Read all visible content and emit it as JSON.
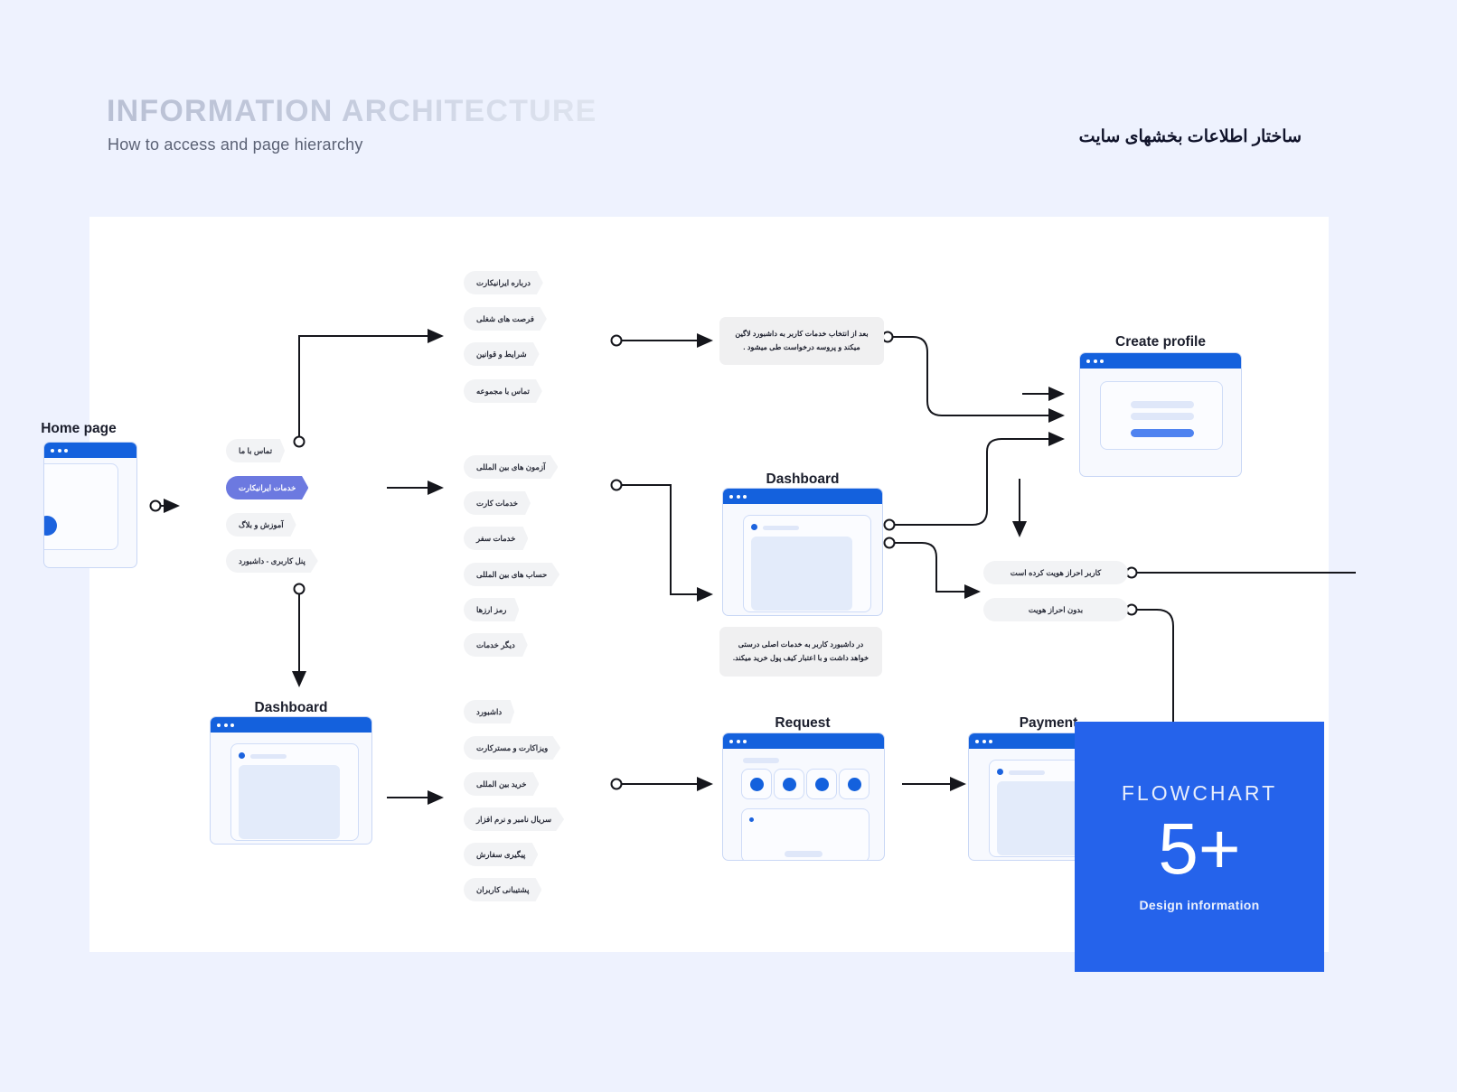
{
  "header": {
    "title": "INFORMATION ARCHITECTURE",
    "subtitle": "How to access and page hierarchy",
    "title_fa": "ساختار اطلاعات بخشهای سایت"
  },
  "badge": {
    "kicker": "FLOWCHART",
    "number": "5+",
    "subtitle": "Design information",
    "color": "#2563eb"
  },
  "colors": {
    "page_bg": "#eef2fe",
    "canvas_bg": "#ffffff",
    "pill_bg": "#f2f3f5",
    "pill_active_bg": "#6c79e0",
    "window_bar": "#1461dd",
    "accent_blue": "#2563eb"
  },
  "windows": {
    "home": {
      "title": "Home page"
    },
    "dashboard_left": {
      "title": "Dashboard"
    },
    "dashboard_center": {
      "title": "Dashboard"
    },
    "create_profile": {
      "title": "Create profile"
    },
    "request": {
      "title": "Request"
    },
    "payment": {
      "title": "Payment"
    }
  },
  "menu_main": {
    "items": [
      {
        "label": "تماس با ما",
        "active": false
      },
      {
        "label": "خدمات ایرانیکارت",
        "active": true
      },
      {
        "label": "آموزش و بلاگ",
        "active": false
      },
      {
        "label": "پنل کاربری - داشبورد",
        "active": false
      }
    ]
  },
  "menu_about": {
    "items": [
      {
        "label": "درباره ایرانیکارت"
      },
      {
        "label": "فرصت های شغلی"
      },
      {
        "label": "شرایط و قوانین"
      },
      {
        "label": "تماس با مجموعه"
      }
    ]
  },
  "menu_services": {
    "items": [
      {
        "label": "آزمون های بین المللی"
      },
      {
        "label": "خدمات کارت"
      },
      {
        "label": "خدمات سفر"
      },
      {
        "label": "حساب های بین المللی"
      },
      {
        "label": "رمز ارزها"
      },
      {
        "label": "دیگر خدمات"
      }
    ]
  },
  "menu_panel": {
    "items": [
      {
        "label": "داشبورد"
      },
      {
        "label": "ویزاکارت و مسترکارت"
      },
      {
        "label": "خرید بین المللی"
      },
      {
        "label": "سریال نامبر و نرم افزار"
      },
      {
        "label": "پیگیری سفارش"
      },
      {
        "label": "پشتیبانی کاربران"
      }
    ]
  },
  "notes": {
    "login_flow": "بعد از انتخاب خدمات کاربر به داشبورد لاگین میکند و پروسه درخواست طی میشود .",
    "dashboard_wallet": "در داشبورد کاربر به خدمات اصلی درستی خواهد داشت و با اعتبار کیف پول خرید میکند."
  },
  "auth_states": {
    "verified": "کاربر احراز هویت کرده است",
    "unverified": "بدون احراز هویت"
  }
}
